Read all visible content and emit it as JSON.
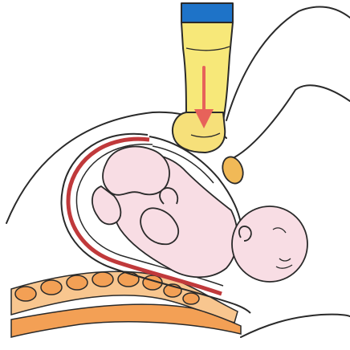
{
  "illustration": {
    "colors": {
      "background": "#ffffff",
      "outline": "#2a2a2a",
      "arm_cuff": "#1e73c8",
      "arm_sleeve": "#f7e879",
      "hand": "#f6e07a",
      "arrow": "#e7625a",
      "uterus_wall": "#c0393b",
      "uterus_wall_light": "#f1c5c5",
      "baby_skin": "#f8dde4",
      "placenta": "#f1b957",
      "spine": "#f3a055",
      "spine_light": "#f8c68f"
    },
    "parts": [
      "maternal-body-outline",
      "assisting-hand-and-arm",
      "downward-pressure-arrow",
      "uterus",
      "fetus",
      "placenta",
      "maternal-spine"
    ]
  }
}
